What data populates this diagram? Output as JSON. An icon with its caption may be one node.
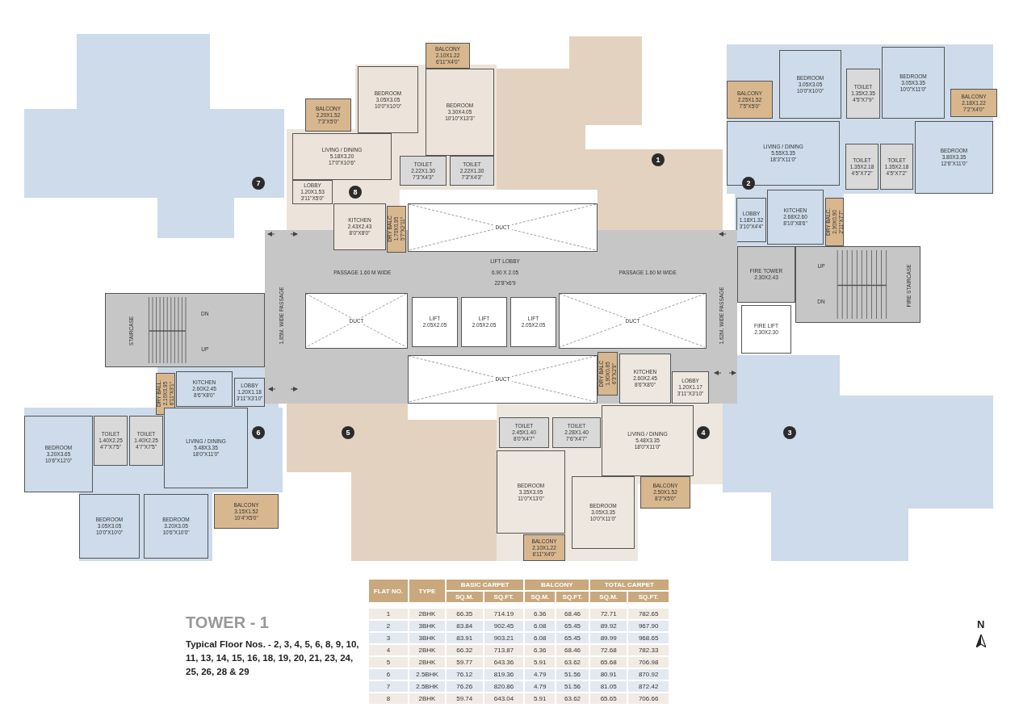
{
  "diagram": {
    "title": "TOWER - 1",
    "caption": "Typical Floor Nos. - 2, 3, 4, 5, 6, 8, 9, 10, 11, 13, 14, 15, 16, 18, 19, 20, 21, 23, 24, 25, 26, 28 & 29",
    "nodes": [
      {
        "text": [
          "BALCONY",
          "2.20X1.52",
          "7'3\"X5'0\""
        ]
      },
      {
        "text": [
          "BEDROOM",
          "3.05X3.05",
          "10'0\"X10'0\""
        ]
      },
      {
        "text": [
          "BALCONY",
          "2.10X1.22",
          "6'11\"X4'0\""
        ]
      },
      {
        "text": [
          "BEDROOM",
          "3.30X4.05",
          "10'10\"X13'3\""
        ]
      },
      {
        "text": [
          "LIVING / DINING",
          "5.18X3.20",
          "17'0\"X10'6\""
        ]
      },
      {
        "text": [
          "LOBBY",
          "1.20X1.53",
          "3'11\"X5'0\""
        ]
      },
      {
        "text": [
          "KITCHEN",
          "2.43X2.43",
          "8'0\"X8'0\""
        ]
      },
      {
        "text": [
          "TOILET",
          "2.22X1.30",
          "7'3\"X4'3\""
        ]
      },
      {
        "text": [
          "TOILET",
          "2.22X1.30",
          "7'3\"X4'3\""
        ]
      },
      {
        "text": [
          "DRY BALC",
          "1.70X0.95",
          "5'7\"X2'11\""
        ]
      },
      {
        "text": [
          "DUCT"
        ]
      },
      {
        "text": [
          "BALCONY",
          "2.25X1.52",
          "7'5\"X5'0\""
        ]
      },
      {
        "text": [
          "BEDROOM",
          "3.05X3.05",
          "10'0\"X10'0\""
        ]
      },
      {
        "text": [
          "TOILET",
          "1.35X2.35",
          "4'5\"X7'9\""
        ]
      },
      {
        "text": [
          "BEDROOM",
          "3.05X3.35",
          "10'0\"X11'0\""
        ]
      },
      {
        "text": [
          "BALCONY",
          "2.18X1.22",
          "7'2\"X4'0\""
        ]
      },
      {
        "text": [
          "LIVING / DINING",
          "5.55X3.35",
          "18'3\"X11'0\""
        ]
      },
      {
        "text": [
          "TOILET",
          "1.35X2.18",
          "4'5\"X7'2\""
        ]
      },
      {
        "text": [
          "TOILET",
          "1.35X2.18",
          "4'5\"X7'2\""
        ]
      },
      {
        "text": [
          "BEDROOM",
          "3.80X3.35",
          "12'6\"X11'0\""
        ]
      },
      {
        "text": [
          "LOBBY",
          "1.18X1.32",
          "3'10\"X4'4\""
        ]
      },
      {
        "text": [
          "KITCHEN",
          "2.68X2.60",
          "8'10\"X8'6\""
        ]
      },
      {
        "text": [
          "DRY BALC.",
          "2.30X0.90",
          "2'11\"X7'7\""
        ]
      },
      {
        "text": [
          "1.85M. WIDE PASSAGE"
        ]
      },
      {
        "text": [
          "PASSAGE 1.60 M WIDE",
          "LIFT LOBBY",
          "6.90 X 2.05",
          "22'8\"x6'9",
          "PASSAGE 1.60 M WIDE"
        ]
      },
      {
        "text": [
          "1.62M. WIDE PASSAGE"
        ]
      },
      {
        "text": [
          "FIRE TOWER",
          "2.30X2.43"
        ]
      },
      {
        "text": [
          "UP",
          "DN",
          "FIRE STAIRCASE"
        ]
      },
      {
        "text": [
          "FIRE LIFT",
          "2.30X2.30"
        ]
      },
      {
        "text": [
          "STAIRCASE",
          "DN",
          "UP"
        ]
      },
      {
        "text": [
          "DUCT"
        ]
      },
      {
        "text": [
          "LIFT",
          "2.05X2.05"
        ]
      },
      {
        "text": [
          "LIFT",
          "2.05X2.05"
        ]
      },
      {
        "text": [
          "LIFT",
          "2.05X2.05"
        ]
      },
      {
        "text": [
          "DUCT"
        ]
      },
      {
        "text": [
          "DUCT"
        ]
      },
      {
        "text": [
          "DRY BALL.",
          "2.10X0.95",
          "6'11\"X3'1\""
        ]
      },
      {
        "text": [
          "KITCHEN",
          "2.60X2.45",
          "8'6\"X8'0\""
        ]
      },
      {
        "text": [
          "LOBBY",
          "1.20X1.18",
          "3'11\"X3'10\""
        ]
      },
      {
        "text": [
          "TOILET",
          "1.40X2.25",
          "4'7\"X7'5\""
        ]
      },
      {
        "text": [
          "TOILET",
          "1.40X2.25",
          "4'7\"X7'5\""
        ]
      },
      {
        "text": [
          "BEDROOM",
          "3.20X3.65",
          "10'6\"X12'0\""
        ]
      },
      {
        "text": [
          "LIVING / DINING",
          "5.48X3.35",
          "18'0\"X11'0\""
        ]
      },
      {
        "text": [
          "BEDROOM",
          "3.05X3.05",
          "10'0\"X10'0\""
        ]
      },
      {
        "text": [
          "BEDROOM",
          "3.20X3.05",
          "10'6\"X10'0\""
        ]
      },
      {
        "text": [
          "BALCONY",
          "3.15X1.52",
          "10'4\"X5'0\""
        ]
      },
      {
        "text": [
          "DRY BALC",
          "1.90X0.85",
          "6'3\"X2'9\""
        ]
      },
      {
        "text": [
          "KITCHEN",
          "2.60X2.45",
          "8'6\"X8'0\""
        ]
      },
      {
        "text": [
          "LOBBY",
          "1.20X1.17",
          "3'11\"X3'10\""
        ]
      },
      {
        "text": [
          "TOILET",
          "2.45X1.40",
          "8'0\"X4'7\""
        ]
      },
      {
        "text": [
          "TOILET",
          "2.28X1.40",
          "7'6\"X4'7\""
        ]
      },
      {
        "text": [
          "LIVING / DINING",
          "5.48X3.35",
          "18'0\"X11'0\""
        ]
      },
      {
        "text": [
          "BEDROOM",
          "3.35X3.95",
          "11'0\"X13'0\""
        ]
      },
      {
        "text": [
          "BEDROOM",
          "3.05X3.35",
          "10'0\"X11'0\""
        ]
      },
      {
        "text": [
          "BALCONY",
          "2.50X1.52",
          "8'2\"X5'0\""
        ]
      },
      {
        "text": [
          "BALCONY",
          "2.10X1.22",
          "6'11\"X4'0\""
        ]
      },
      {
        "text": [
          "1"
        ]
      },
      {
        "text": [
          "2"
        ]
      },
      {
        "text": [
          "3"
        ]
      },
      {
        "text": [
          "4"
        ]
      },
      {
        "text": [
          "5"
        ]
      },
      {
        "text": [
          "6"
        ]
      },
      {
        "text": [
          "7"
        ]
      },
      {
        "text": [
          "8"
        ]
      }
    ],
    "labels": [
      "FLAT NO.",
      "TYPE",
      "BASIC CARPET",
      "BALCONY",
      "TOTAL CARPET",
      "SQ.M.",
      "SQ.FT.",
      "SQ.M.",
      "SQ.FT.",
      "SQ.M.",
      "SQ.FT.",
      "1",
      "2BHK",
      "66.35",
      "714.19",
      "6.36",
      "68.46",
      "72.71",
      "782.65",
      "2",
      "3BHK",
      "83.84",
      "902.45",
      "6.08",
      "65.45",
      "89.92",
      "967.90",
      "3",
      "3BHK",
      "83.91",
      "903.21",
      "6.08",
      "65.45",
      "89.99",
      "968.65",
      "4",
      "2BHK",
      "66.32",
      "713.87",
      "6.36",
      "68.46",
      "72.68",
      "782.33",
      "5",
      "2BHK",
      "59.77",
      "643.36",
      "5.91",
      "63.62",
      "65.68",
      "706.98",
      "6",
      "2.5BHK",
      "76.12",
      "819.36",
      "4.79",
      "51.56",
      "80.91",
      "870.92",
      "7",
      "2.5BHK",
      "76.26",
      "820.86",
      "4.79",
      "51.56",
      "81.05",
      "872.42",
      "8",
      "2BHK",
      "59.74",
      "643.04",
      "5.91",
      "63.62",
      "65.65",
      "706.66",
      "N"
    ]
  }
}
